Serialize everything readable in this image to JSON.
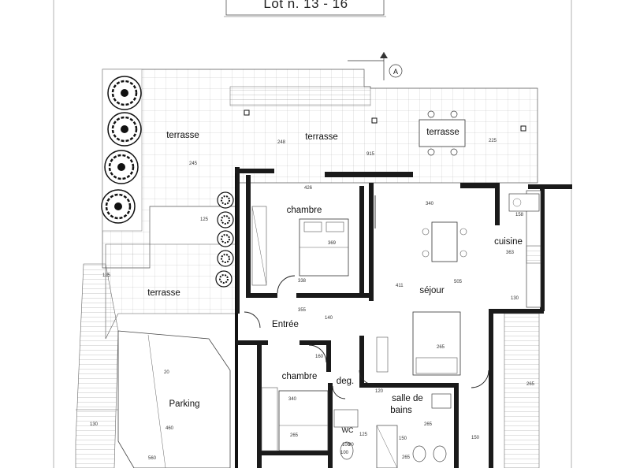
{
  "title": "Lot n. 13 - 16",
  "section_marker": "A",
  "rooms": {
    "terrasse_1": "terrasse",
    "terrasse_2": "terrasse",
    "terrasse_3": "terrasse",
    "terrasse_4": "terrasse",
    "chambre_1": "chambre",
    "chambre_2": "chambre",
    "sejour": "séjour",
    "cuisine": "cuisine",
    "entree": "Entrée",
    "deg": "deg.",
    "salle_de_bains_line1": "salle de",
    "salle_de_bains_line2": "bains",
    "wc": "WC",
    "parking": "Parking"
  },
  "dimensions": {
    "d1": "125",
    "d2": "915",
    "d3": "245",
    "d4": "225",
    "d5": "248",
    "d6": "426",
    "d7": "340",
    "d8": "158",
    "d9": "369",
    "d10": "363",
    "d11": "338",
    "d12": "505",
    "d13": "411",
    "d14": "130",
    "d15": "355",
    "d16": "125",
    "d17": "140",
    "d18": "160",
    "d19": "340",
    "d20": "265",
    "d21": "100",
    "d22": "125",
    "d23": "265",
    "d24": "265",
    "d25": "265",
    "d26": "150",
    "d27": "265",
    "d28": "100",
    "d29": "120",
    "d30": "560",
    "d31": "130",
    "d32": "460",
    "d33": "20",
    "d34": "90",
    "d35": "150"
  }
}
